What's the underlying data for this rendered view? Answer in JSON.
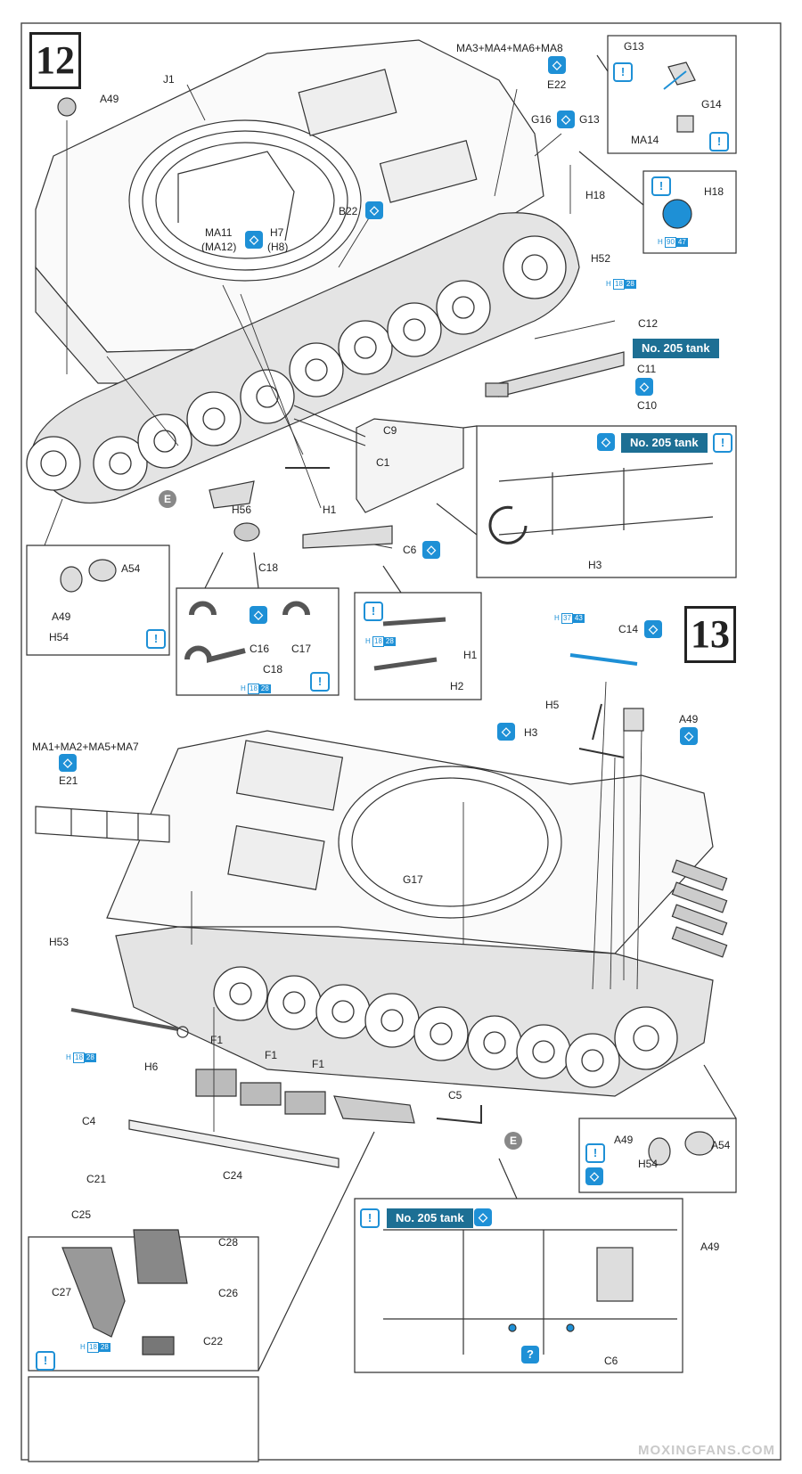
{
  "steps": {
    "s12": "12",
    "s13": "13"
  },
  "banners": {
    "tank205": "No. 205 tank"
  },
  "icon_glyphs": {
    "cement": "!",
    "detail": "◇",
    "paint": "◉",
    "pin": "?"
  },
  "callouts": {
    "E": "E"
  },
  "colors": {
    "accent": "#1e90d6",
    "banner": "#1d6f94",
    "line": "#333333"
  },
  "paint_codes": {
    "h18_28": {
      "h": "H",
      "n1": "18",
      "n2": "28"
    },
    "h90_47": {
      "h": "H",
      "n1": "90",
      "n2": "47"
    },
    "h37_43": {
      "h": "H",
      "n1": "37",
      "n2": "43"
    }
  },
  "step12": {
    "labels": {
      "A49": "A49",
      "J1": "J1",
      "MA3": "MA3+MA4+MA6+MA8",
      "E22": "E22",
      "G13": "G13",
      "G14": "G14",
      "MA14": "MA14",
      "G16": "G16",
      "G13b": "G13",
      "H18": "H18",
      "H18b": "H18",
      "H52": "H52",
      "B22": "B22",
      "MA11": "MA11",
      "MA12": "(MA12)",
      "H7": "H7",
      "H8": "(H8)",
      "C12": "C12",
      "C11": "C11",
      "C10": "C10",
      "C9": "C9",
      "C1": "C1",
      "H56": "H56",
      "H1": "H1",
      "C18": "C18",
      "C6": "C6",
      "A54": "A54",
      "A49b": "A49",
      "H54": "H54",
      "C16": "C16",
      "C17": "C17",
      "C18b": "C18",
      "H1b": "H1",
      "H2": "H2",
      "H3": "H3"
    }
  },
  "step13": {
    "labels": {
      "C14": "C14",
      "H5": "H5",
      "A49": "A49",
      "H3": "H3",
      "MA1": "MA1+MA2+MA5+MA7",
      "E21": "E21",
      "G17": "G17",
      "H53": "H53",
      "H6": "H6",
      "F1a": "F1",
      "F1b": "F1",
      "F1c": "F1",
      "C4": "C4",
      "C5": "C5",
      "A49b": "A49",
      "A54": "A54",
      "H54": "H54",
      "C21": "C21",
      "C24": "C24",
      "C25": "C25",
      "C28": "C28",
      "C27": "C27",
      "C26": "C26",
      "C22": "C22",
      "A49c": "A49",
      "C6": "C6"
    }
  },
  "watermark": "MOXINGFANS.COM"
}
